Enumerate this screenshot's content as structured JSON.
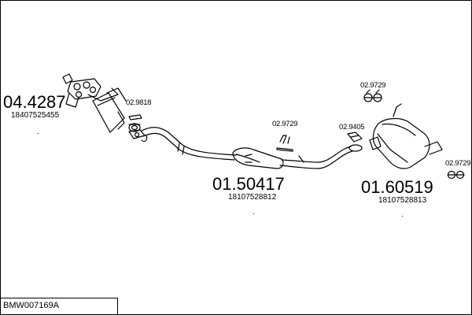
{
  "parts": [
    {
      "id": "front",
      "code": "04.4287",
      "ref": "18407525455"
    },
    {
      "id": "middle",
      "code": "01.50417",
      "ref": "18107528812"
    },
    {
      "id": "rear",
      "code": "01.60519",
      "ref": "18107528813"
    }
  ],
  "fittings": [
    {
      "id": "gasket-front",
      "code": "02.9818"
    },
    {
      "id": "clamp-middle",
      "code": "02.9729"
    },
    {
      "id": "clamp-rear-joint",
      "code": "02.9405"
    },
    {
      "id": "clamp-rear-top",
      "code": "02.9729"
    },
    {
      "id": "clamp-rear-right",
      "code": "02.9729"
    }
  ],
  "footer": {
    "model_code": "BMW007169A"
  }
}
